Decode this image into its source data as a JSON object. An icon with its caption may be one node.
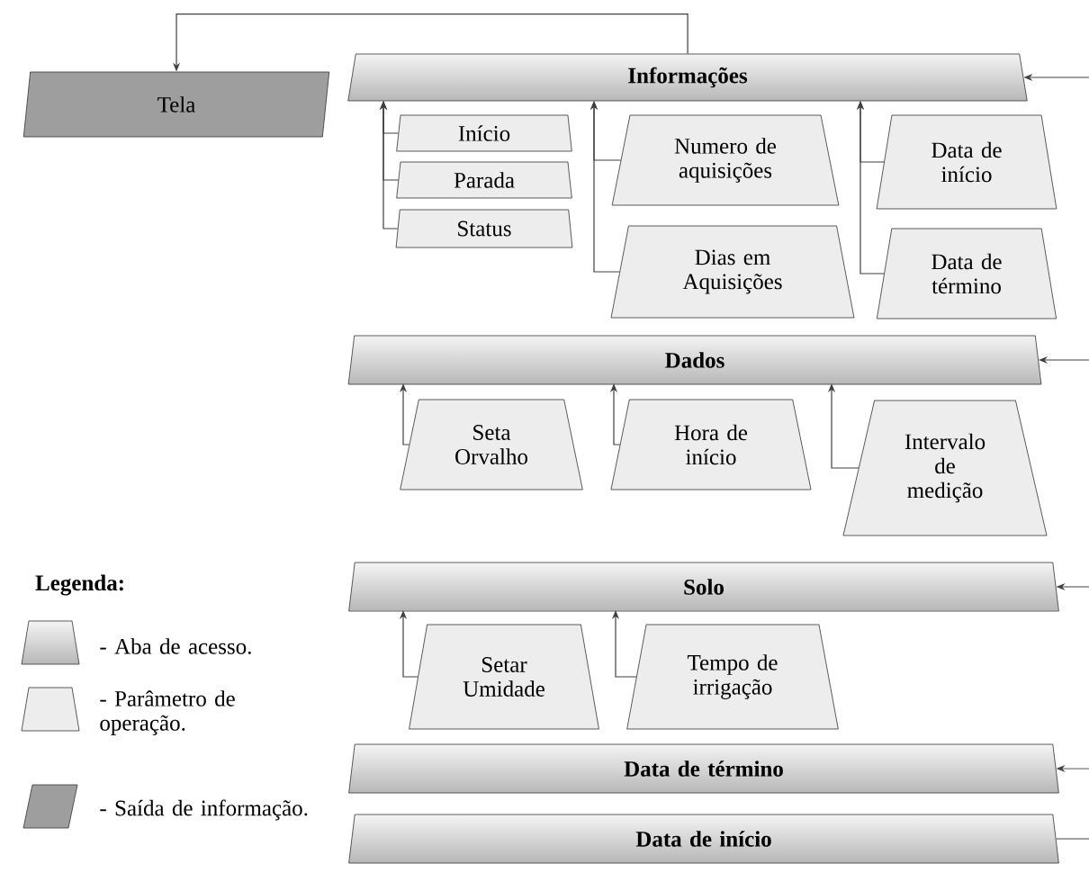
{
  "diagram": {
    "nodes": [
      {
        "text": [
          "Tela"
        ]
      },
      {
        "text": [
          "Informações"
        ]
      },
      {
        "text": [
          "Início"
        ]
      },
      {
        "text": [
          "Parada"
        ]
      },
      {
        "text": [
          "Status"
        ]
      },
      {
        "text": [
          "Numero de aquisições"
        ]
      },
      {
        "text": [
          "Dias em Aquisições"
        ]
      },
      {
        "text": [
          "Data de início"
        ]
      },
      {
        "text": [
          "Data de término"
        ]
      },
      {
        "text": [
          "Dados"
        ]
      },
      {
        "text": [
          "Seta Orvalho"
        ]
      },
      {
        "text": [
          "Hora de início"
        ]
      },
      {
        "text": [
          "Intervalo de medição"
        ]
      },
      {
        "text": [
          "Solo"
        ]
      },
      {
        "text": [
          "Setar Umidade"
        ]
      },
      {
        "text": [
          "Tempo de irrigação"
        ]
      },
      {
        "text": [
          "Data de término"
        ]
      },
      {
        "text": [
          "Data de início"
        ]
      }
    ],
    "edges": [
      {
        "from": 1,
        "to": 0,
        "arrow": "to"
      },
      {
        "from": 2,
        "to": 1,
        "arrow": "to"
      },
      {
        "from": 3,
        "to": 1,
        "arrow": "to"
      },
      {
        "from": 4,
        "to": 1,
        "arrow": "to"
      },
      {
        "from": 5,
        "to": 1,
        "arrow": "to"
      },
      {
        "from": 6,
        "to": 1,
        "arrow": "to"
      },
      {
        "from": 7,
        "to": 1,
        "arrow": "to"
      },
      {
        "from": 8,
        "to": 1,
        "arrow": "to"
      },
      {
        "from": null,
        "to": 1,
        "arrow": "to"
      },
      {
        "from": 10,
        "to": 9,
        "arrow": "to"
      },
      {
        "from": 11,
        "to": 9,
        "arrow": "to"
      },
      {
        "from": 12,
        "to": 9,
        "arrow": "to"
      },
      {
        "from": null,
        "to": 9,
        "arrow": "to"
      },
      {
        "from": 14,
        "to": 13,
        "arrow": "to"
      },
      {
        "from": 15,
        "to": 13,
        "arrow": "to"
      },
      {
        "from": null,
        "to": 13,
        "arrow": "to"
      },
      {
        "from": null,
        "to": 16,
        "arrow": "to"
      },
      {
        "from": null,
        "to": 17,
        "arrow": "none"
      }
    ],
    "labels": [
      "Legenda:"
    ],
    "legend": [
      {
        "text": "- Aba de acesso."
      },
      {
        "text": "- Parâmetro de operação."
      },
      {
        "text": "- Saída de informação."
      }
    ]
  }
}
